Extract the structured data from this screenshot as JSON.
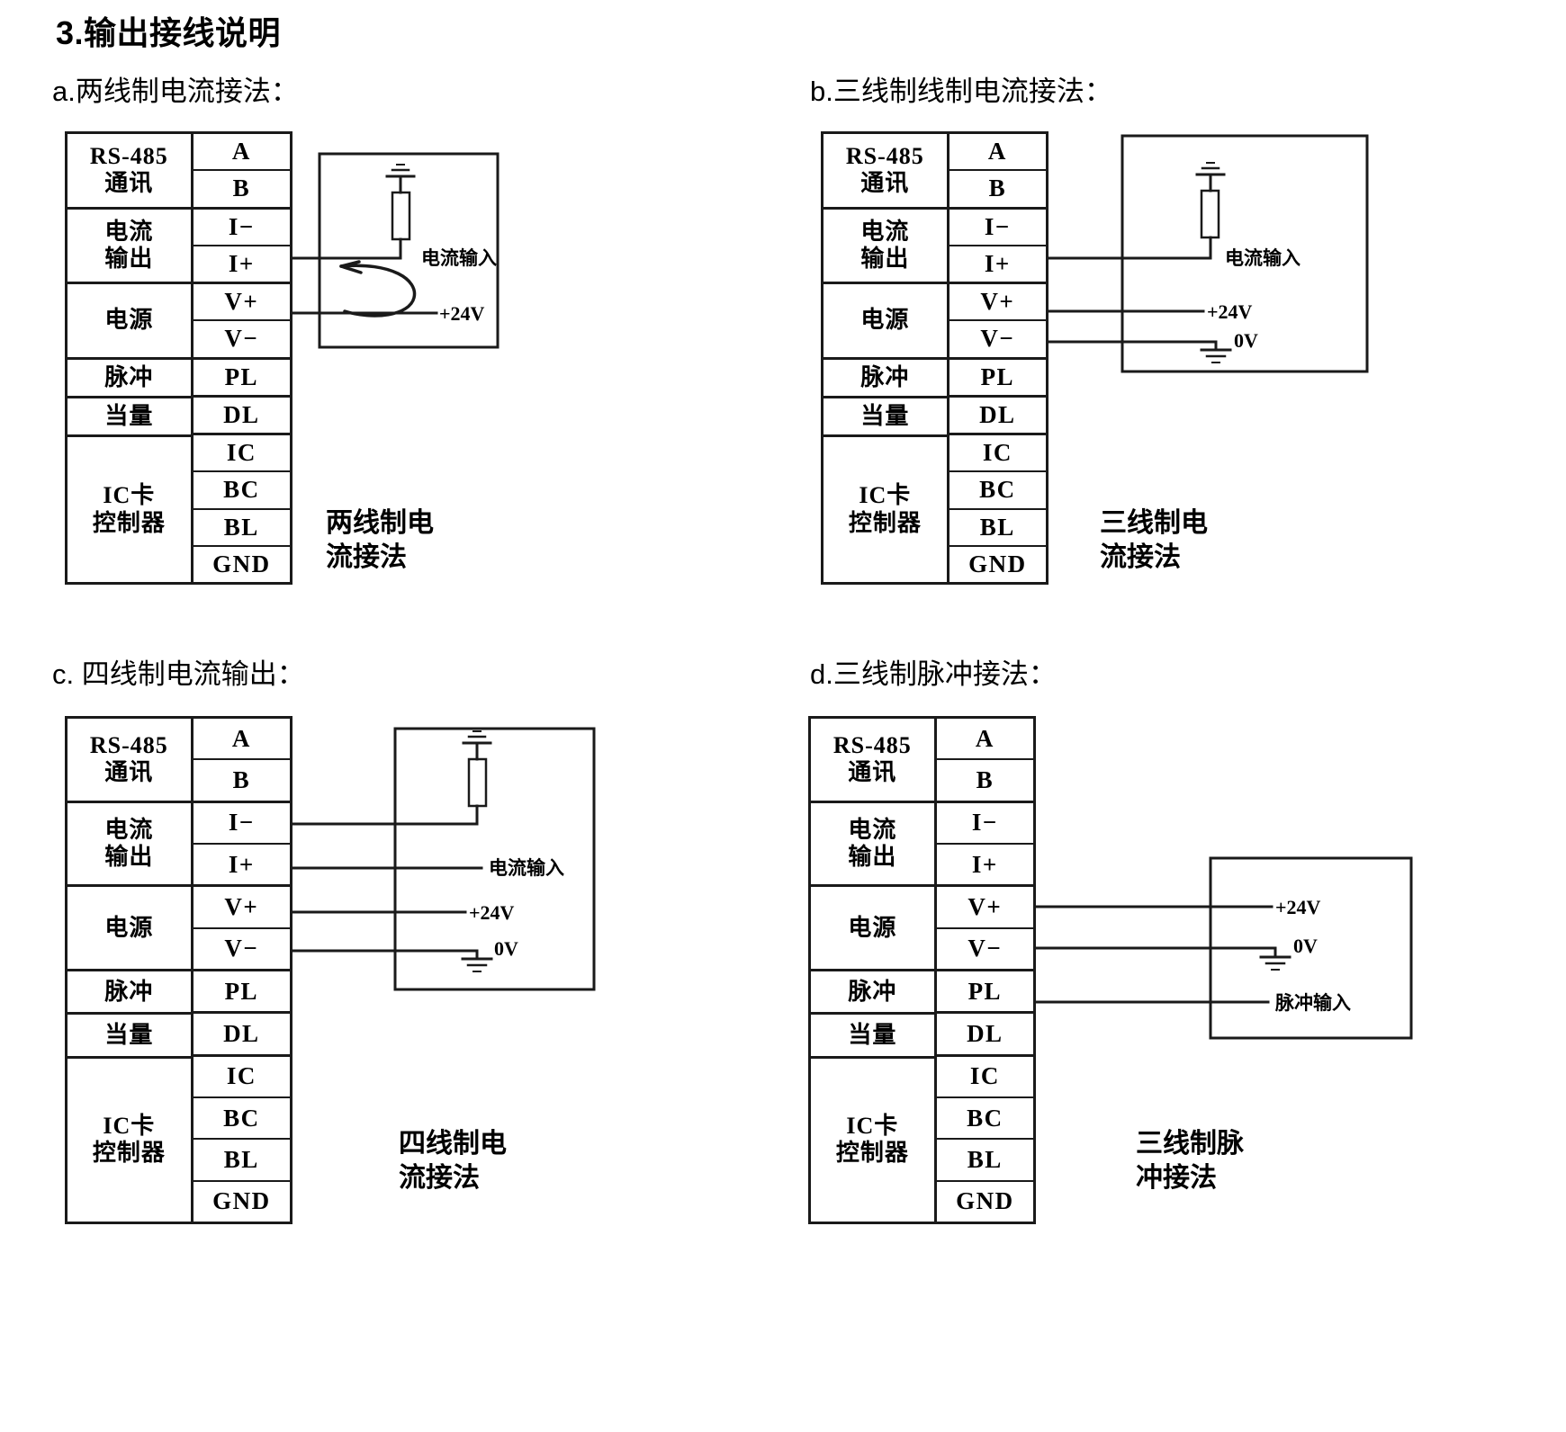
{
  "document": {
    "title": "3.输出接线说明"
  },
  "terminal_table": {
    "groups": [
      {
        "label": "RS-485\n通讯",
        "terminals": [
          "A",
          "B"
        ]
      },
      {
        "label": "电流\n输出",
        "terminals": [
          "I−",
          "I+"
        ]
      },
      {
        "label": "电源",
        "terminals": [
          "V+",
          "V−"
        ]
      },
      {
        "label": "脉冲",
        "terminals": [
          "PL"
        ]
      },
      {
        "label": "当量",
        "terminals": [
          "DL"
        ]
      },
      {
        "label": "IC卡\n控制器",
        "terminals": [
          "IC",
          "BC",
          "BL",
          "GND"
        ]
      }
    ]
  },
  "diagrams": [
    {
      "key": "a",
      "subtitle": "a.两线制电流接法：",
      "caption": "两线制电\n流接法",
      "wire_labels": {
        "current_input": "电流输入",
        "supply_24v": "+24V"
      },
      "connections": [
        "I+",
        "V+"
      ],
      "symbols": [
        "resistor",
        "antenna-ground",
        "current-loop-arrow"
      ]
    },
    {
      "key": "b",
      "subtitle": "b.三线制线制电流接法：",
      "caption": "三线制电\n流接法",
      "wire_labels": {
        "current_input": "电流输入",
        "supply_24v": "+24V",
        "ground_0v": "0V"
      },
      "connections": [
        "I+",
        "V+",
        "V−"
      ],
      "symbols": [
        "resistor",
        "antenna-ground",
        "earth-ground"
      ]
    },
    {
      "key": "c",
      "subtitle": "c. 四线制电流输出：",
      "caption": "四线制电\n流接法",
      "wire_labels": {
        "current_input": "电流输入",
        "supply_24v": "+24V",
        "ground_0v": "0V"
      },
      "connections": [
        "I−",
        "I+",
        "V+",
        "V−"
      ],
      "symbols": [
        "resistor",
        "antenna-ground",
        "earth-ground"
      ]
    },
    {
      "key": "d",
      "subtitle": "d.三线制脉冲接法：",
      "caption": "三线制脉\n冲接法",
      "wire_labels": {
        "supply_24v": "+24V",
        "ground_0v": "0V",
        "pulse_input": "脉冲输入"
      },
      "connections": [
        "V+",
        "V−",
        "PL"
      ],
      "symbols": [
        "earth-ground"
      ]
    }
  ],
  "colors": {
    "line": "#1a1a1a",
    "text": "#000000",
    "background": "#ffffff"
  }
}
